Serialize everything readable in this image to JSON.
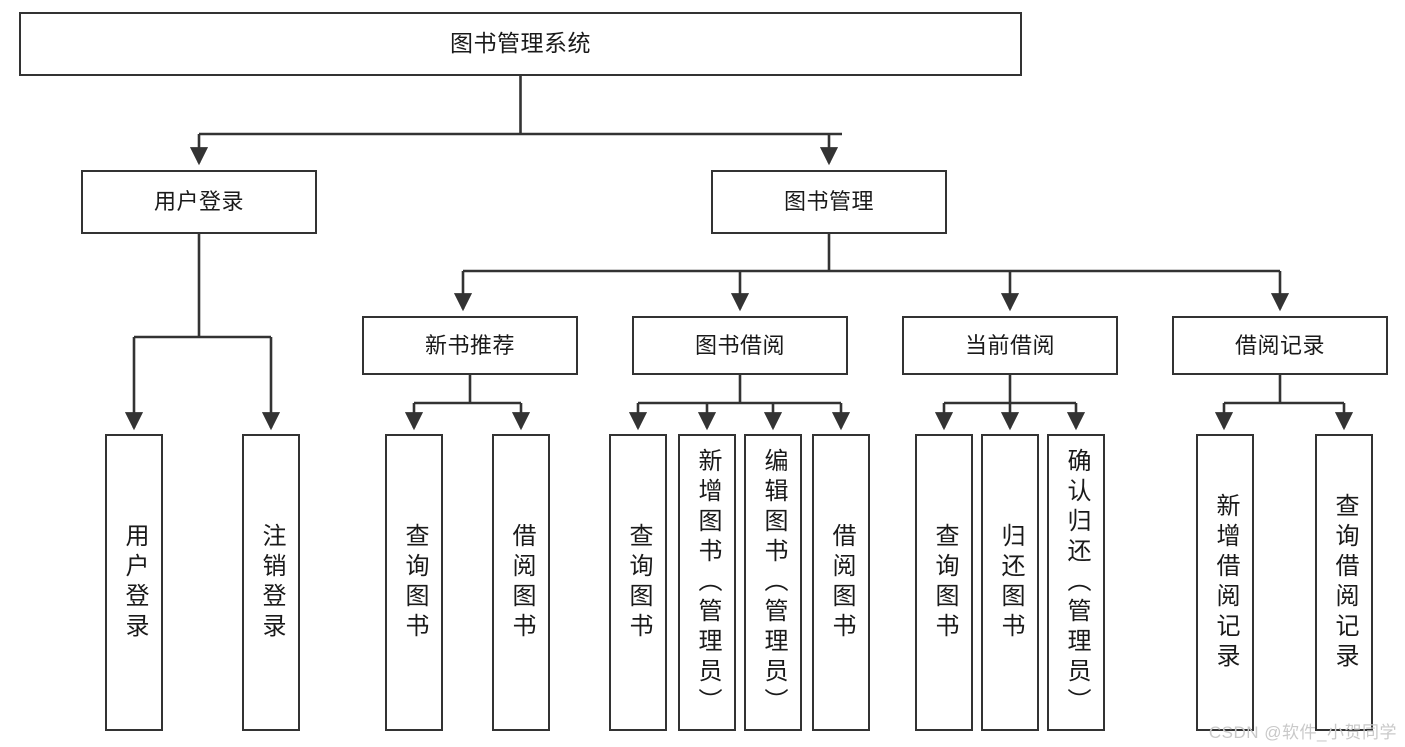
{
  "diagram": {
    "title": "图书管理系统",
    "type": "tree-hierarchy-chart",
    "line_color": "#333333",
    "box_fill": "#ffffff",
    "text_color": "#1a1a1a"
  },
  "watermark": {
    "text": "CSDN @软件_小贺同学",
    "color": "#c9c9c9"
  },
  "nodes": {
    "root": {
      "label": "图书管理系统"
    },
    "level1": [
      {
        "id": "user-login",
        "label": "用户登录"
      },
      {
        "id": "book-manage",
        "label": "图书管理"
      }
    ],
    "level2": [
      {
        "id": "new-book-recommend",
        "label": "新书推荐"
      },
      {
        "id": "book-borrow",
        "label": "图书借阅"
      },
      {
        "id": "current-borrow",
        "label": "当前借阅"
      },
      {
        "id": "borrow-record",
        "label": "借阅记录"
      }
    ],
    "leaves": {
      "user_login": [
        {
          "id": "leaf-user-login",
          "label": "用户登录"
        },
        {
          "id": "leaf-logout",
          "label": "注销登录"
        }
      ],
      "new_book_recommend": [
        {
          "id": "leaf-query-book-1",
          "label": "查询图书"
        },
        {
          "id": "leaf-borrow-book-1",
          "label": "借阅图书"
        }
      ],
      "book_borrow": [
        {
          "id": "leaf-query-book-2",
          "label": "查询图书"
        },
        {
          "id": "leaf-add-book",
          "label": "新增图书（管理员）"
        },
        {
          "id": "leaf-edit-book",
          "label": "编辑图书（管理员）"
        },
        {
          "id": "leaf-borrow-book-2",
          "label": "借阅图书"
        }
      ],
      "current_borrow": [
        {
          "id": "leaf-query-book-3",
          "label": "查询图书"
        },
        {
          "id": "leaf-return-book",
          "label": "归还图书"
        },
        {
          "id": "leaf-confirm-return",
          "label": "确认归还（管理员）"
        }
      ],
      "borrow_record": [
        {
          "id": "leaf-add-record",
          "label": "新增借阅记录"
        },
        {
          "id": "leaf-query-record",
          "label": "查询借阅记录"
        }
      ]
    }
  }
}
